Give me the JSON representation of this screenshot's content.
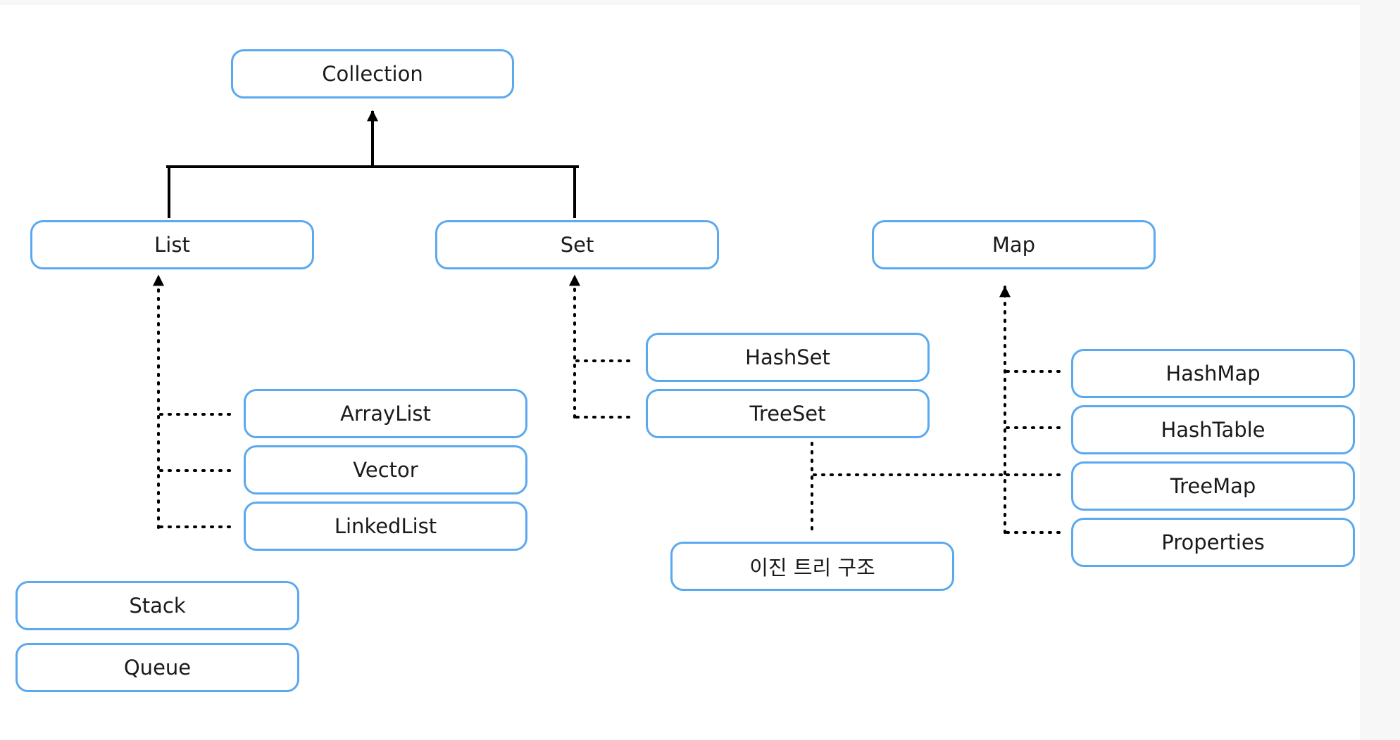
{
  "nodes": {
    "collection": "Collection",
    "list": "List",
    "set": "Set",
    "map": "Map",
    "arraylist": "ArrayList",
    "vector": "Vector",
    "linkedlist": "LinkedList",
    "stack": "Stack",
    "queue": "Queue",
    "hashset": "HashSet",
    "treeset": "TreeSet",
    "binary_tree": "이진 트리 구조",
    "hashmap": "HashMap",
    "hashtable": "HashTable",
    "treemap": "TreeMap",
    "properties": "Properties"
  },
  "colors": {
    "node_border": "#5aa9ef",
    "line": "#000000"
  }
}
